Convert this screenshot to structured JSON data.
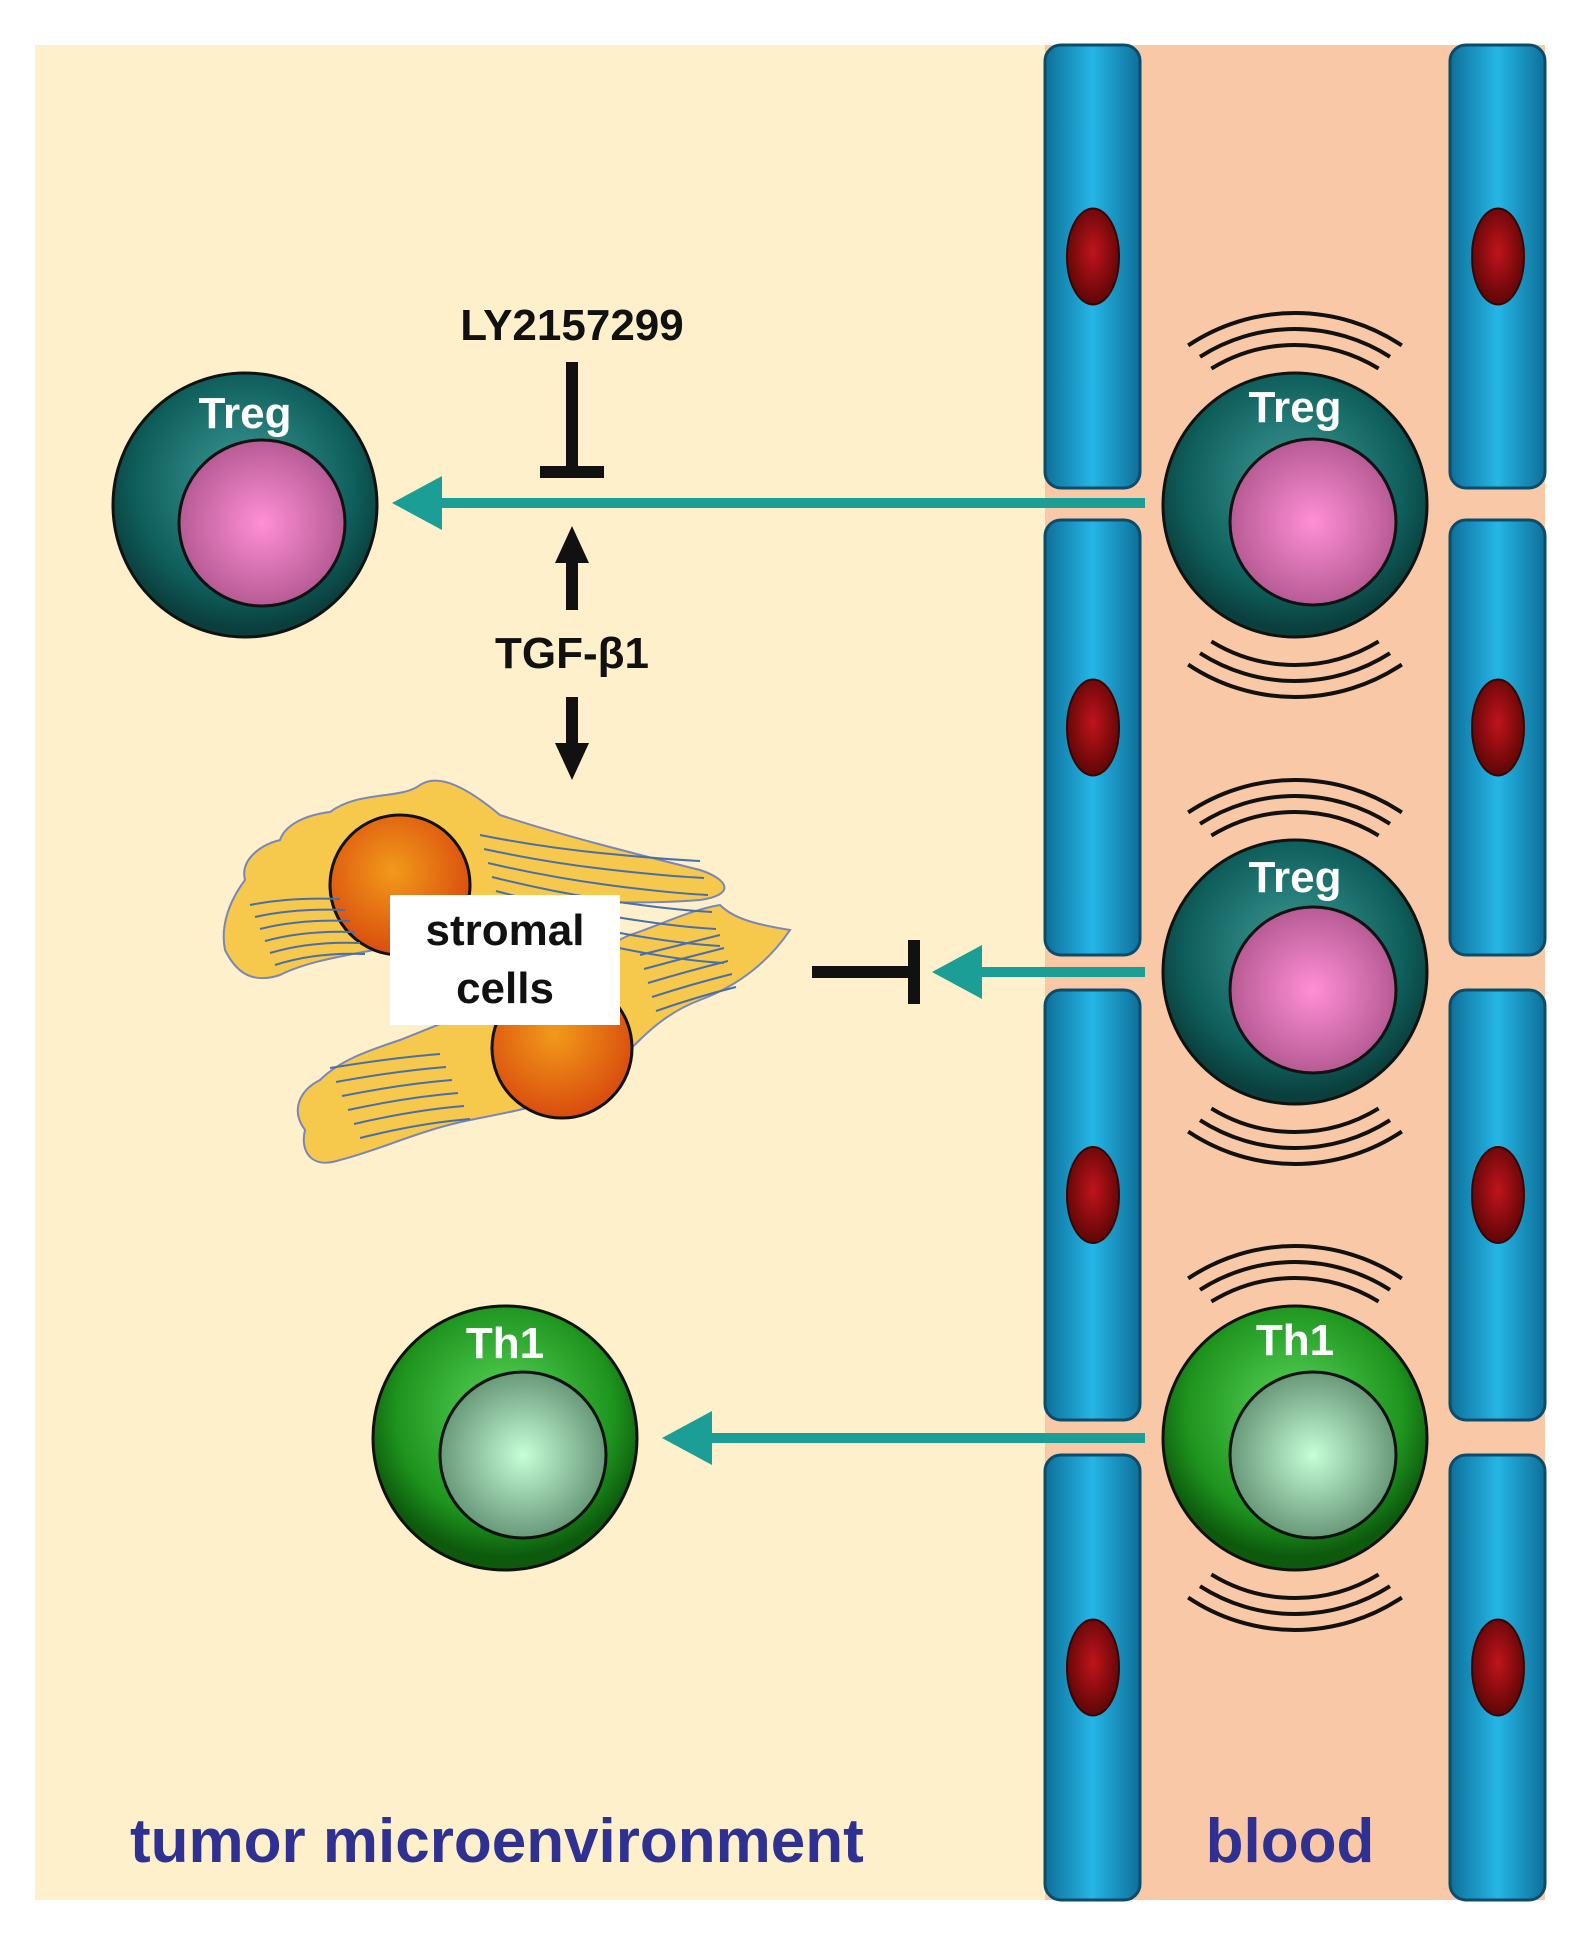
{
  "labels": {
    "drug": "LY2157299",
    "cytokine": "TGF-β1",
    "stromal_line1": "stromal",
    "stromal_line2": "cells",
    "region_tumor": "tumor microenvironment",
    "region_blood": "blood"
  },
  "cells": {
    "treg_tumor": "Treg",
    "treg_blood_top": "Treg",
    "treg_blood_middle": "Treg",
    "th1_tumor": "Th1",
    "th1_blood": "Th1"
  },
  "colors": {
    "tumor_background": "#fdf0cb",
    "blood_background": "#f9c8a6",
    "endothelium": "#1ba3cf",
    "endothelial_nucleus": "#8b0a0a",
    "treg_outer": "#0f5f5c",
    "treg_nucleus": "#f07fbf",
    "th1_outer": "#1f9a1f",
    "th1_nucleus": "#a9e8bf",
    "migration_arrow": "#1a9e96",
    "stromal_cytoplasm": "#f6c84c",
    "stromal_nucleus": "#e6780f",
    "region_label": "#2e3192"
  }
}
